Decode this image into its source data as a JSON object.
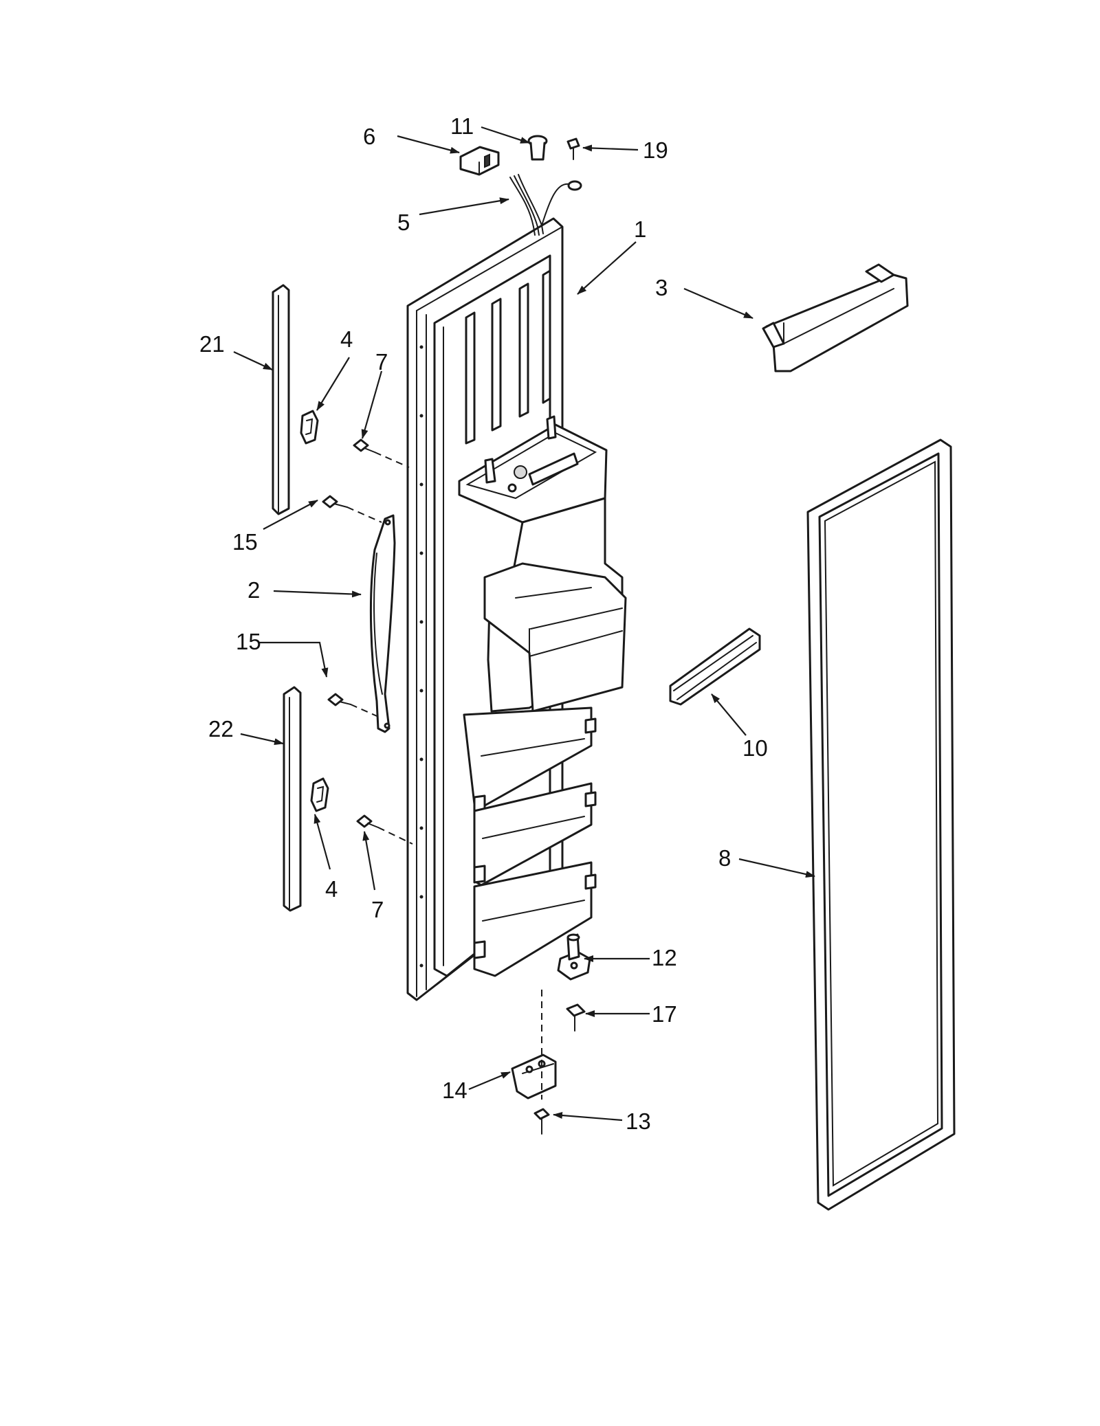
{
  "diagram": {
    "callouts": [
      {
        "id": "c6",
        "label": "6"
      },
      {
        "id": "c11",
        "label": "11"
      },
      {
        "id": "c19",
        "label": "19"
      },
      {
        "id": "c5",
        "label": "5"
      },
      {
        "id": "c1",
        "label": "1"
      },
      {
        "id": "c3",
        "label": "3"
      },
      {
        "id": "c21",
        "label": "21"
      },
      {
        "id": "c4a",
        "label": "4"
      },
      {
        "id": "c7a",
        "label": "7"
      },
      {
        "id": "c15a",
        "label": "15"
      },
      {
        "id": "c2",
        "label": "2"
      },
      {
        "id": "c15b",
        "label": "15"
      },
      {
        "id": "c22",
        "label": "22"
      },
      {
        "id": "c4b",
        "label": "4"
      },
      {
        "id": "c7b",
        "label": "7"
      },
      {
        "id": "c10",
        "label": "10"
      },
      {
        "id": "c8",
        "label": "8"
      },
      {
        "id": "c12",
        "label": "12"
      },
      {
        "id": "c17",
        "label": "17"
      },
      {
        "id": "c14",
        "label": "14"
      },
      {
        "id": "c13",
        "label": "13"
      }
    ]
  }
}
